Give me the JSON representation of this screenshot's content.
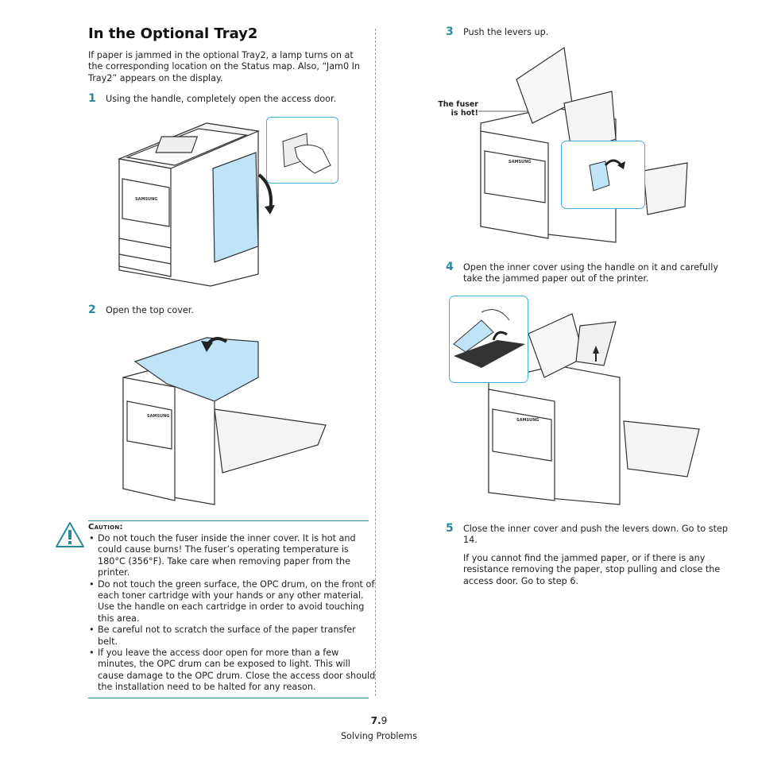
{
  "heading": "In the Optional Tray2",
  "intro": "If paper is jammed in the optional Tray2, a lamp turns on at the corresponding location on the Status map. Also, “Jam0 In Tray2” appears on the display.",
  "steps": [
    {
      "num": "1",
      "text": "Using the handle, completely open the access door."
    },
    {
      "num": "2",
      "text": "Open the top cover."
    },
    {
      "num": "3",
      "text": "Push the levers up."
    },
    {
      "num": "4",
      "text": "Open the inner cover using the handle on it and carefully take the jammed paper out of the printer."
    },
    {
      "num": "5",
      "text": "Close the inner cover and push the levers down. Go to step 14."
    }
  ],
  "step5_note": "If you cannot find the jammed paper, or if there is any resistance removing the paper, stop pulling and close the access door. Go to step 6.",
  "fuser_label_line1": "The fuser",
  "fuser_label_line2": "is hot!",
  "brand_text": "SAMSUNG",
  "caution": {
    "title": "Caution",
    "items": [
      "Do not touch the fuser inside the inner cover. It is hot and could cause burns! The fuser’s operating temperature is 180°C (356°F). Take care when removing paper from the printer.",
      "Do not touch the green surface, the OPC drum, on the front of each toner cartridge with your hands or any other material. Use the handle on each cartridge in order to avoid touching this area.",
      "Be careful not to scratch the surface of the paper transfer belt.",
      "If you leave the access door open for more than a few minutes, the OPC drum can be exposed to light. This will cause damage to the OPC drum. Close the access door should the installation need to be halted for any reason."
    ]
  },
  "footer": {
    "page_chapter": "7.",
    "page_number": "9",
    "section": "Solving Problems"
  },
  "colors": {
    "accent": "#2a8a9a",
    "highlight_blue": "#bfe3f7",
    "callout_border": "#3fb0d8"
  }
}
